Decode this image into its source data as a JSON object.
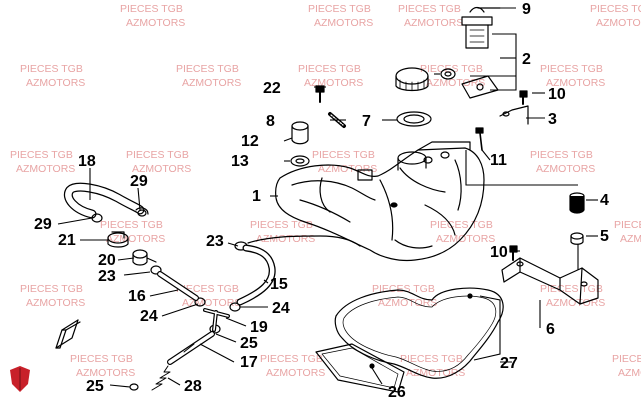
{
  "watermark": {
    "line1": "PIECES TGB",
    "line2": "AZMOTORS"
  },
  "callouts": [
    "1",
    "2",
    "3",
    "4",
    "5",
    "6",
    "7",
    "8",
    "9",
    "10",
    "10",
    "11",
    "12",
    "13",
    "15",
    "16",
    "17",
    "18",
    "19",
    "20",
    "21",
    "22",
    "23",
    "23",
    "24",
    "24",
    "25",
    "25",
    "26",
    "27",
    "28",
    "29",
    "29"
  ],
  "colors": {
    "ink": "#000000",
    "watermark": "#e8a4a4",
    "logo": "#c8202a"
  },
  "icons": [
    "tgb-shield-logo",
    "bracket-clip-icon"
  ]
}
